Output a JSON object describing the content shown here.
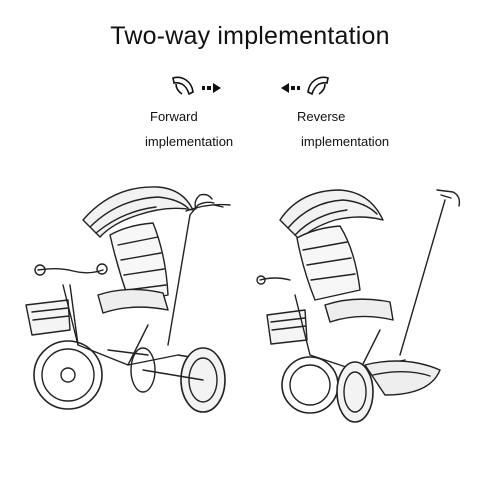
{
  "title": "Two-way implementation",
  "forward": {
    "line1": "Forward",
    "line2": "implementation"
  },
  "reverse": {
    "line1": "Reverse",
    "line2": "implementation"
  },
  "icons": {
    "forward_seat": "seat-facing-forward-icon",
    "forward_arrow": "arrow-right-icon",
    "reverse_arrow": "arrow-left-icon",
    "reverse_seat": "seat-facing-reverse-icon"
  }
}
